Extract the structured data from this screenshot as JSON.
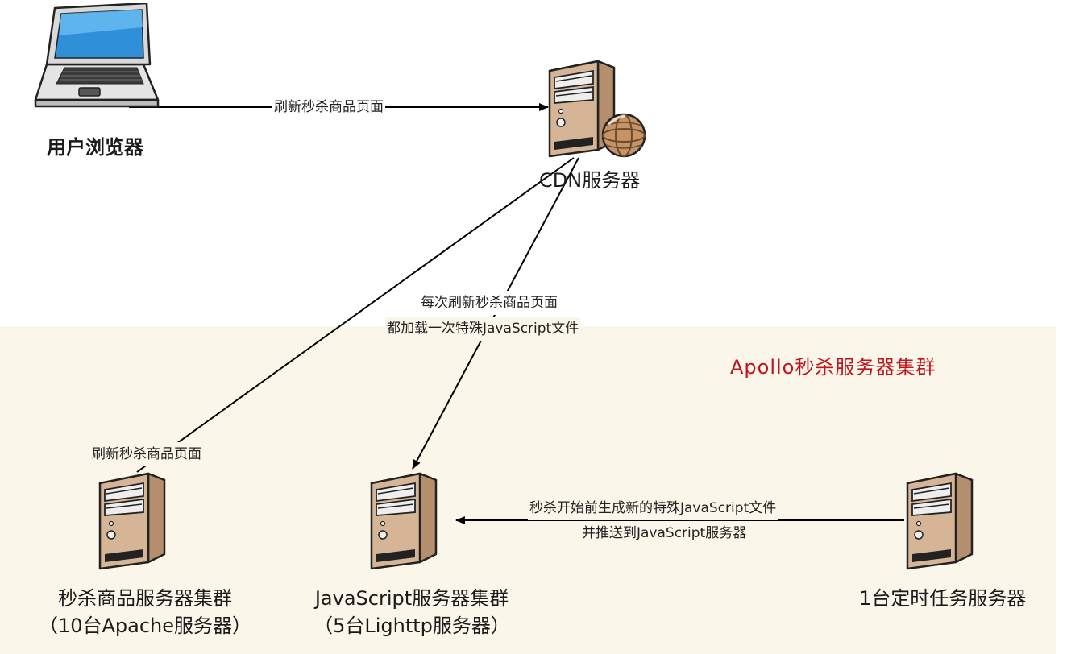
{
  "cluster": {
    "title": "Apollo秒杀服务器集群",
    "title_color": "#c0131b",
    "bg_color": "#fbf6ea"
  },
  "nodes": {
    "browser": {
      "label": "用户浏览器",
      "icon": "laptop-icon"
    },
    "cdn": {
      "label": "CDN服务器",
      "icon": "server-globe-icon"
    },
    "product": {
      "label_line1": "秒杀商品服务器集群",
      "label_line2": "（10台Apache服务器）",
      "icon": "server-icon"
    },
    "js": {
      "label_line1": "JavaScript服务器集群",
      "label_line2": "（5台Lighttp服务器）",
      "icon": "server-icon"
    },
    "timer": {
      "label": "1台定时任务服务器",
      "icon": "server-icon"
    }
  },
  "edges": {
    "browser_to_cdn": "刷新秒杀商品页面",
    "cdn_to_js_line1": "每次刷新秒杀商品页面",
    "cdn_to_js_line2": "都加载一次特殊JavaScript文件",
    "product_to_cdn": "刷新秒杀商品页面",
    "timer_to_js_line1": "秒杀开始前生成新的特殊JavaScript文件",
    "timer_to_js_line2": "并推送到JavaScript服务器"
  }
}
